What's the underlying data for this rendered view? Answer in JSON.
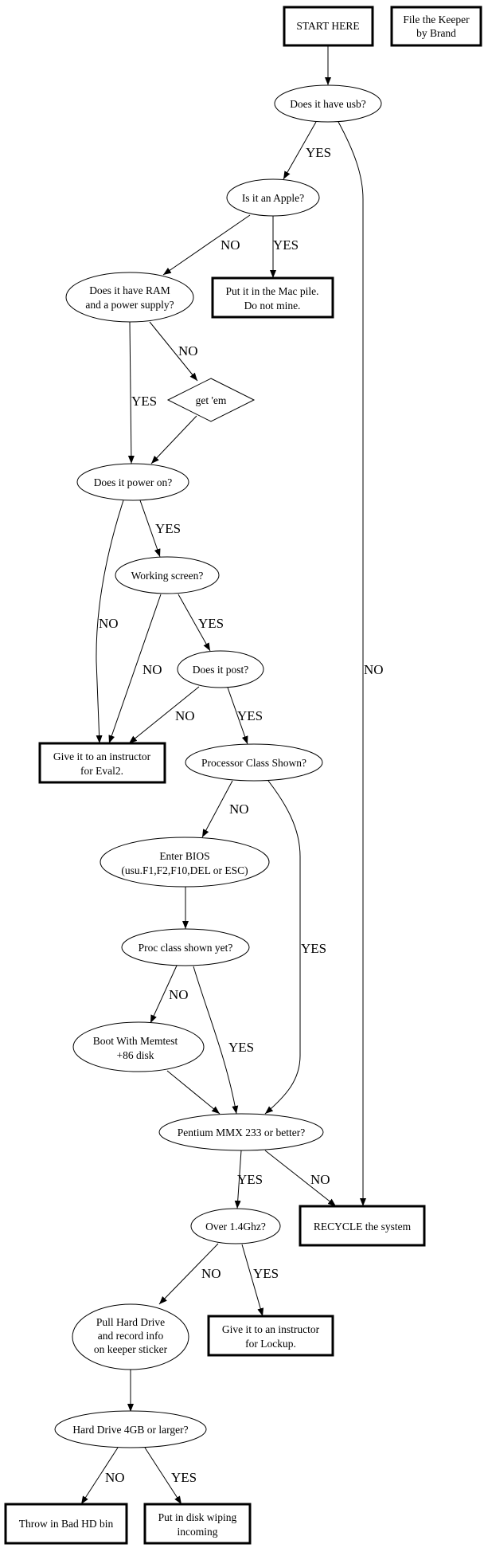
{
  "nodes": {
    "start": [
      "START HERE"
    ],
    "keeper": [
      "File the Keeper",
      "by Brand"
    ],
    "usb": [
      "Does it have usb?"
    ],
    "apple": [
      "Is it an Apple?"
    ],
    "ram": [
      "Does it have RAM",
      "and a power supply?"
    ],
    "mac": [
      "Put it in the Mac pile.",
      "Do not mine."
    ],
    "getem": [
      "get 'em"
    ],
    "power": [
      "Does it power on?"
    ],
    "screen": [
      "Working screen?"
    ],
    "post": [
      "Does it post?"
    ],
    "eval2": [
      "Give it to an instructor",
      "for Eval2."
    ],
    "procshown": [
      "Processor Class Shown?"
    ],
    "bios": [
      "Enter BIOS",
      "(usu.F1,F2,F10,DEL or ESC)"
    ],
    "procyet": [
      "Proc class shown yet?"
    ],
    "memtest": [
      "Boot With Memtest",
      "+86 disk"
    ],
    "pentium": [
      "Pentium MMX 233 or better?"
    ],
    "over14": [
      "Over 1.4Ghz?"
    ],
    "recycle": [
      "RECYCLE the system"
    ],
    "pullhd": [
      "Pull Hard Drive",
      "and record info",
      "on keeper sticker"
    ],
    "lockup": [
      "Give it to an instructor",
      "for Lockup."
    ],
    "hd4gb": [
      "Hard Drive 4GB or larger?"
    ],
    "badhd": [
      "Throw in Bad HD bin"
    ],
    "wipe": [
      "Put in disk wiping",
      "incoming"
    ]
  },
  "edge_labels": {
    "usb_apple": "YES",
    "usb_recycle": "NO",
    "apple_ram": "NO",
    "apple_mac": "YES",
    "ram_getem": "NO",
    "ram_power": "YES",
    "power_screen": "YES",
    "power_eval2": "NO",
    "screen_eval2": "NO",
    "screen_post": "YES",
    "post_eval2": "NO",
    "post_procshown": "YES",
    "procshown_bios": "NO",
    "procshown_pentium": "YES",
    "procyet_memtest": "NO",
    "procyet_pentium": "YES",
    "pentium_over14": "YES",
    "pentium_recycle": "NO",
    "over14_pullhd": "NO",
    "over14_lockup": "YES",
    "hd4gb_badhd": "NO",
    "hd4gb_wipe": "YES"
  }
}
